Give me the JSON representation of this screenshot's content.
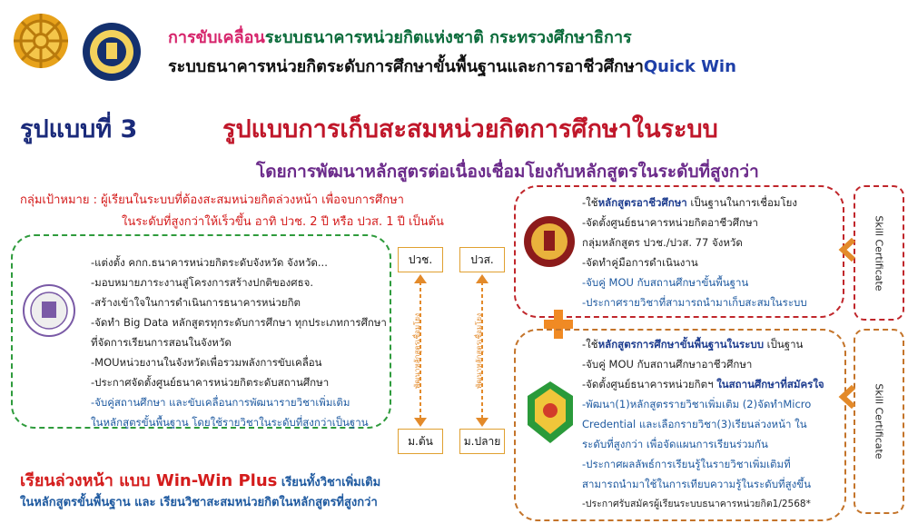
{
  "header": {
    "line1_pink": "การขับเคลื่อน",
    "line1_green": "ระบบธนาคารหน่วยกิตแห่งชาติ กระทรวงศึกษาธิการ",
    "line2_black": "ระบบธนาคารหน่วยกิตระดับการศึกษาขั้นพื้นฐานและการอาชีวศึกษา",
    "line2_blue": "Quick Win"
  },
  "model_number": "รูปแบบที่ 3",
  "model_title": "รูปแบบการเก็บสะสมหน่วยกิตการศึกษาในระบบ",
  "subtitle": "โดยการพัฒนาหลักสูตรต่อเนื่องเชื่อมโยงกับหลักสูตรในระดับที่สูงกว่า",
  "target_group": {
    "line1": "กลุ่มเป้าหมาย :  ผู้เรียนในระบบที่ต้องสะสมหน่วยกิตล่วงหน้า  เพื่อจบการศึกษา",
    "line2": "ในระดับที่สูงกว่าให้เร็วขึ้น อาทิ ปวช. 2 ปี หรือ ปวส. 1 ปี เป็นต้น"
  },
  "left_box": {
    "items": [
      "-แต่งตั้ง คกก.ธนาคารหน่วยกิตระดับจังหวัด จังหวัด...",
      "-มอบหมายภาระงานสู่โครงการสร้างปกติของศธจ.",
      "-สร้างเข้าใจในการดำเนินการธนาคารหน่วยกิต",
      "-จัดทำ Big Data หลักสูตรทุกระดับการศึกษา ทุกประเภทการศึกษา",
      " ที่จัดการเรียนการสอนในจังหวัด",
      "-MOUหน่วยงานในจังหวัดเพื่อรวมพลังการขับเคลื่อน",
      "-ประกาศจัดตั้งศูนย์ธนาคารหน่วยกิตระดับสถานศึกษา"
    ],
    "blue_items": [
      "-จับคู่สถานศึกษา และขับเคลื่อนการพัฒนารายวิชาเพิ่มเติม",
      " ในหลักสูตรขั้นพื้นฐาน โดยใช้รายวิชาในระดับที่สูงกว่าเป็นฐาน"
    ]
  },
  "levels": {
    "top_left": "ปวช.",
    "top_right": "ปวส.",
    "bottom_left": "ม.ต้น",
    "bottom_right": "ม.ปลาย",
    "arrow_text_left": "พัฒนาหลักสูตรเชื่อมโยง",
    "arrow_text_right": "พัฒนาหลักสูตรเชื่อมโยง"
  },
  "right_box_top": {
    "line1_pre": "-ใช้",
    "line1_bold": "หลักสูตรอาชีวศึกษา",
    "line1_post": " เป็นฐานในการเชื่อมโยง",
    "line2": "-จัดตั้งศูนย์ธนาคารหน่วยกิตอาชีวศึกษา",
    "line3": "  กลุ่มหลักสูตร ปวช./ปวส.  77 จังหวัด",
    "line4": "    -จัดทำคู่มือการดำเนินงาน",
    "line5": "-จับคู่ MOU กับสถานศึกษาขั้นพื้นฐาน",
    "line6": "-ประกาศรายวิชาที่สามารถนำมาเก็บสะสมในระบบ"
  },
  "right_box_bottom": {
    "line1_pre": "-ใช้",
    "line1_bold": "หลักสูตรการศึกษาขั้นพื้นฐานในระบบ",
    "line1_post": " เป็นฐาน",
    "line2": "-จับคู่ MOU กับสถานศึกษาอาชีวศึกษา",
    "line3_pre": "-จัดตั้งศูนย์ธนาคารหน่วยกิตฯ ",
    "line3_bold": "ในสถานศึกษาที่สมัครใจ",
    "line4": "-พัฒนา(1)หลักสูตรรายวิชาเพิ่มเติม (2)จัดทำMicro",
    "line5": "Credential และเลือกรายวิชา(3)เรียนล่วงหน้า ใน",
    "line6": "ระดับที่สูงกว่า เพื่อจัดแผนการเรียนร่วมกัน",
    "line7": "-ประกาศผลลัพธ์การเรียนรู้ในรายวิชาเพิ่มเติมที่",
    "line8": "สามารถนำมาใช้ในการเทียบความรู้ในระดับที่สูงขึ้น",
    "line9": "-ประกาศรับสมัครผู้เรียนระบบธนาคารหน่วยกิต1/2568*"
  },
  "skill_label_top": "Skill Certificate",
  "skill_label_bottom": "Skill Certificate",
  "bottom": {
    "big_red": "เรียนล่วงหน้า แบบ Win-Win Plus",
    "blue_tail": " เรียนทั้งวิชาเพิ่มเติม",
    "line2": "ในหลักสูตรขั้นพื้นฐาน และ เรียนวิชาสะสมหน่วยกิตในหลักสูตรที่สูงกว่า"
  },
  "colors": {
    "green_border": "#2e9b3c",
    "red_border": "#c0262b",
    "orange_border": "#c4742a",
    "title_red": "#c0172a",
    "title_navy": "#1a2a7a",
    "subtitle_purple": "#6b2a8a"
  },
  "icons": [
    "ministry-emblem-icon",
    "education-council-seal-icon",
    "credit-bank-logo-icon",
    "vocational-emblem-icon",
    "basic-education-emblem-icon",
    "plus-icon",
    "chevron-left-icon"
  ]
}
